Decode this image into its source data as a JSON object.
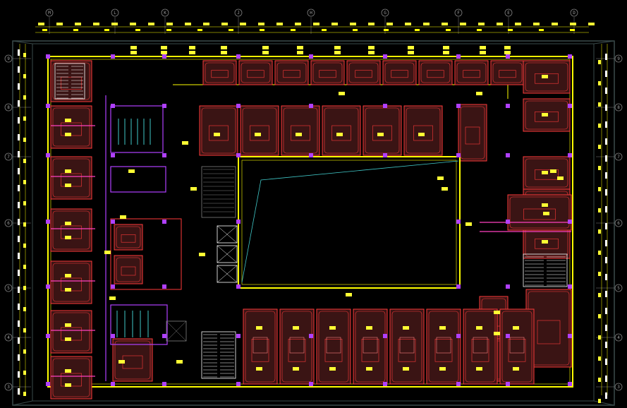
{
  "colors": {
    "background": "#000000",
    "outer_frame": "#3a4b4b",
    "wall_yellow": "#ffff00",
    "room_red": "#ff3a3a",
    "room_fill": "#3a1414",
    "purple": "#b040ff",
    "pink": "#ff40c0",
    "cyan": "#40c8c8",
    "gray": "#808080",
    "tag_yellow": "#ffff33",
    "label_text": "#a0a0a0"
  },
  "grid": {
    "top_labels": [
      "M",
      "L",
      "K",
      "J",
      "H",
      "G",
      "F",
      "E",
      "D"
    ],
    "left_labels": [
      "9",
      "8",
      "7",
      "6",
      "5",
      "4",
      "3"
    ],
    "right_labels": [
      "9",
      "8",
      "7",
      "6",
      "5",
      "4",
      "3"
    ]
  },
  "icons": {
    "stair": "stair-icon",
    "elevator": "elevator-icon",
    "courtyard": "courtyard-icon"
  }
}
